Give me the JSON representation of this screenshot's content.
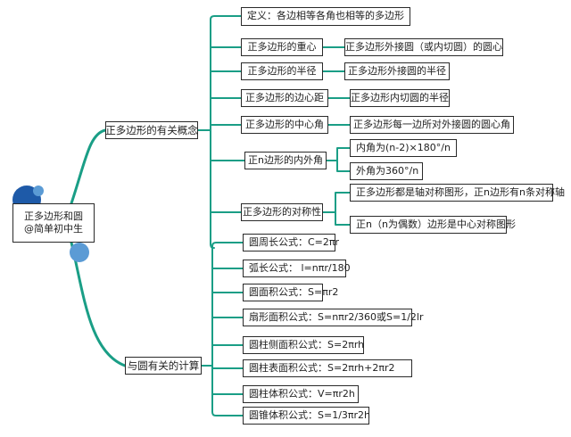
{
  "root": {
    "title": "正多边形和圆",
    "subtitle": "@简单初中生"
  },
  "branch1": {
    "label": "正多边形的有关概念",
    "items": [
      {
        "label": "定义：各边相等各角也相等的多边形"
      },
      {
        "label": "正多边形的重心",
        "detail": "正多边形外接圆（或内切圆）的圆心"
      },
      {
        "label": "正多边形的半径",
        "detail": "正多边形外接圆的半径"
      },
      {
        "label": "正多边形的边心距",
        "detail": "正多边形内切圆的半径"
      },
      {
        "label": "正多边形的中心角",
        "detail": "正多边形每一边所对外接圆的圆心角"
      },
      {
        "label": "正n边形的内外角",
        "details": [
          "内角为(n-2)×180°/n",
          "外角为360°/n"
        ]
      },
      {
        "label": "正多边形的对称性",
        "details": [
          "正多边形都是轴对称图形，正n边形有n条对称轴",
          "正n（n为偶数）边形是中心对称图形"
        ]
      }
    ]
  },
  "branch2": {
    "label": "与圆有关的计算",
    "items": [
      {
        "label": "圆周长公式：C=2πr"
      },
      {
        "label": "弧长公式：  l=nπr/180"
      },
      {
        "label": "圆面积公式：S=πr2"
      },
      {
        "label": "扇形面积公式：S=nπr2/360或S=1/2lr"
      },
      {
        "label": "圆柱侧面积公式：S=2πrh"
      },
      {
        "label": "圆柱表面积公式：S=2πrh+2πr2"
      },
      {
        "label": "圆柱体积公式：V=πr2h"
      },
      {
        "label": "圆锥体积公式：S=1/3πr2h"
      }
    ]
  },
  "colors": {
    "connector": "#1a9e86",
    "bubble_dark": "#1e5aa8",
    "bubble_light": "#5b9bd5",
    "border": "#2a2a2a"
  }
}
